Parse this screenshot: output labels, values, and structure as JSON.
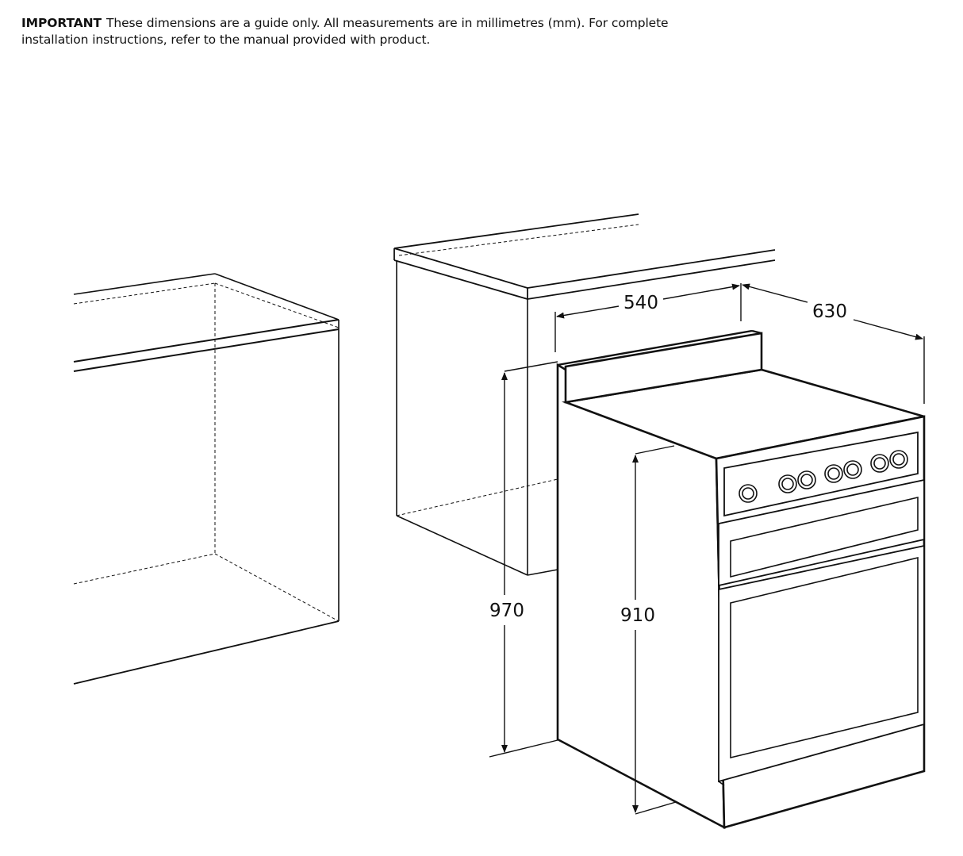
{
  "notice": {
    "lead": "IMPORTANT",
    "text": "These dimensions are a guide only. All measurements are in millimetres (mm). For complete installation instructions, refer to the manual provided with product."
  },
  "dimensions": {
    "width": "540",
    "depth": "630",
    "cavity_height": "970",
    "appliance_height": "910"
  },
  "colors": {
    "line": "#111111",
    "background": "#ffffff"
  }
}
